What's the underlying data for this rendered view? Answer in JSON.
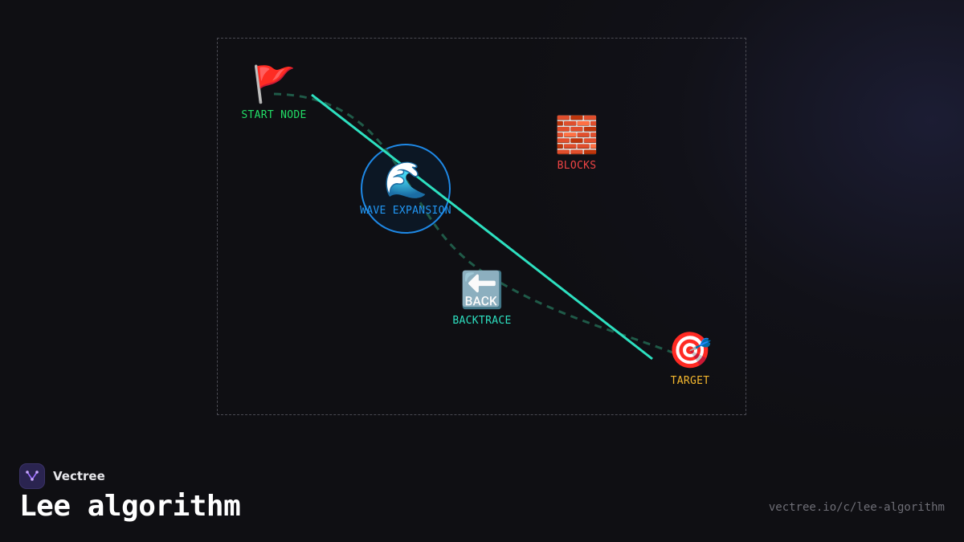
{
  "diagram": {
    "nodes": [
      {
        "id": "start",
        "icon": "🚩",
        "icon_name": "red-flag-icon",
        "label": "START NODE",
        "color": "#22dd66"
      },
      {
        "id": "blocks",
        "icon": "🧱",
        "icon_name": "brick-wall-icon",
        "label": "BLOCKS",
        "color": "#ef4444"
      },
      {
        "id": "wave",
        "icon": "🌊",
        "icon_name": "wave-icon",
        "label": "WAVE EXPANSION",
        "color": "#2196f3"
      },
      {
        "id": "backtrace",
        "icon": "🔙",
        "icon_name": "back-arrow-icon",
        "label": "BACKTRACE",
        "color": "#2de0c0"
      },
      {
        "id": "target",
        "icon": "🎯",
        "icon_name": "target-icon",
        "label": "TARGET",
        "color": "#f5b82e"
      }
    ],
    "edges": [
      {
        "from": "start",
        "to": "target",
        "style": "solid",
        "color": "#2de0c0"
      },
      {
        "from": "start",
        "to": "target",
        "via": [
          "wave",
          "backtrace"
        ],
        "style": "dashed",
        "color": "#1f5a48"
      }
    ]
  },
  "brand": {
    "name": "Vectree",
    "logo_icon": "vectree-logo-icon",
    "accent": "#9b6dff"
  },
  "page": {
    "title": "Lee algorithm",
    "url": "vectree.io/c/lee-algorithm"
  }
}
